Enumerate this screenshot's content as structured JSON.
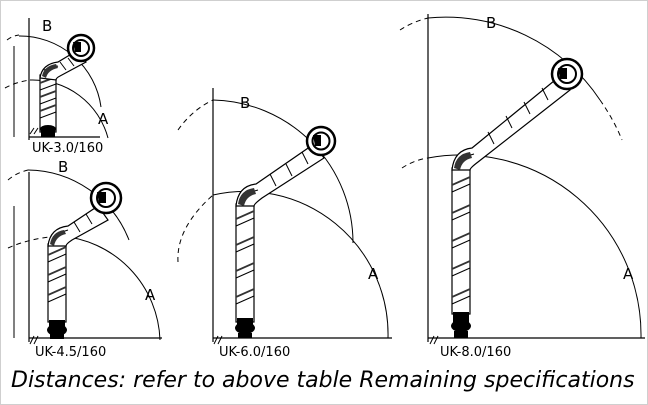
{
  "diagrams": [
    {
      "id": "uk-30",
      "model": "UK-3.0/160",
      "arc_inner_label": "A",
      "arc_outer_label": "B"
    },
    {
      "id": "uk-45",
      "model": "UK-4.5/160",
      "arc_inner_label": "A",
      "arc_outer_label": "B"
    },
    {
      "id": "uk-60",
      "model": "UK-6.0/160",
      "arc_inner_label": "A",
      "arc_outer_label": "B"
    },
    {
      "id": "uk-80",
      "model": "UK-8.0/160",
      "arc_inner_label": "A",
      "arc_outer_label": "B"
    }
  ],
  "caption": "Distances: refer to above table Remaining specifications",
  "colors": {
    "ink": "#000000",
    "border": "#cfcfcf",
    "background": "#ffffff"
  }
}
